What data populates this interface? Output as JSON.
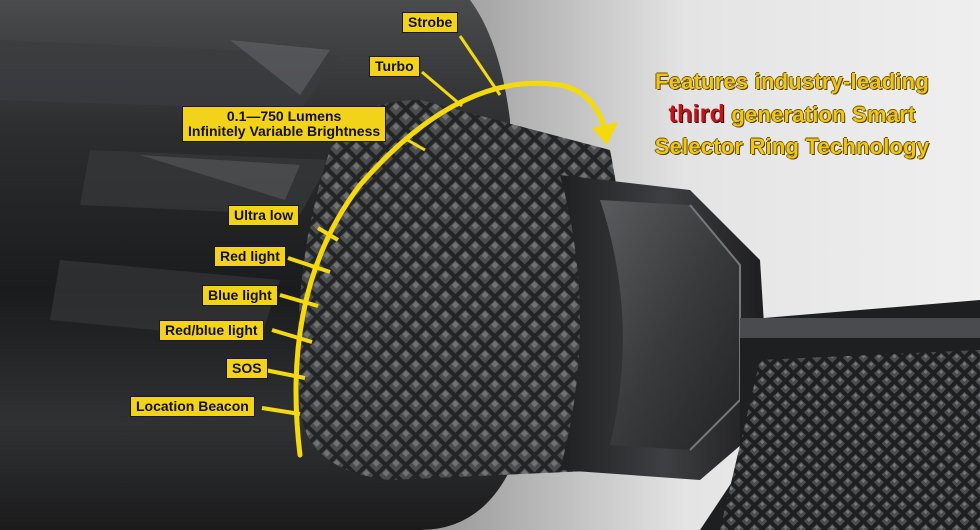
{
  "labels": {
    "strobe": "Strobe",
    "turbo": "Turbo",
    "lumens_line1": "0.1—750 Lumens",
    "lumens_line2": "Infinitely Variable Brightness",
    "ultra_low": "Ultra low",
    "red_light": "Red light",
    "blue_light": "Blue light",
    "red_blue_light": "Red/blue light",
    "sos": "SOS",
    "location_beacon": "Location Beacon"
  },
  "headline": {
    "line1": "Features industry-leading",
    "highlight": "third",
    "line2_rest": " generation Smart",
    "line3": "Selector Ring Technology"
  },
  "colors": {
    "label_bg": "#f3d21a",
    "accent_red": "#c0161a",
    "headline_gold": "#f0c418",
    "arc_yellow": "#f5d90f"
  }
}
